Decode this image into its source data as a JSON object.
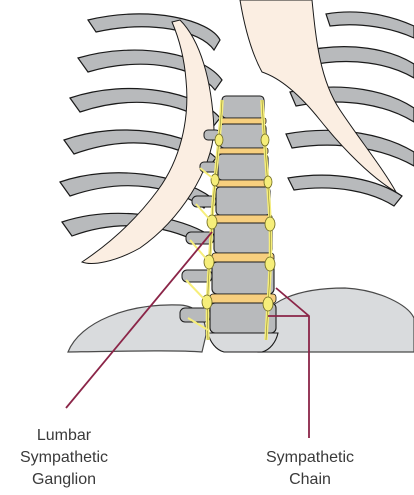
{
  "labels": {
    "lumbar_ganglion": {
      "lines": [
        "Lumbar",
        "Sympathetic",
        "Ganglion"
      ]
    },
    "sympathetic_chain": {
      "lines": [
        "Sympathetic",
        "Chain"
      ]
    }
  },
  "colors": {
    "bone_gray": "#b8babc",
    "bone_outline": "#1a1a1a",
    "cartilage": "#fbeee2",
    "nerve_yellow": "#f6ee7a",
    "disc_orange": "#f7cf7e",
    "leader_line": "#8b2548",
    "text": "#3a3a3a"
  }
}
